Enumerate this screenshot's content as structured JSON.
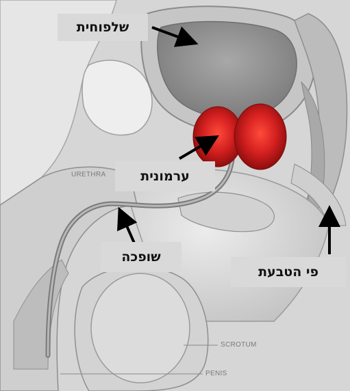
{
  "callouts": {
    "bladder": "שלפוחית",
    "prostate": "ערמונית",
    "urethra": "שופכה",
    "anus": "פי הטבעת"
  },
  "anatomy_labels": {
    "urethra": "URETHRA",
    "scrotum": "SCROTUM",
    "penis": "PENIS"
  },
  "colors": {
    "tissue_light": "#dcdcdc",
    "tissue_mid": "#bdbdbd",
    "tissue_dark": "#9a9a9a",
    "bladder_inner": "#8c8c8c",
    "prostate_red": "#d42020",
    "callout_bg": "#d9d9d9",
    "arrow": "#000000"
  }
}
